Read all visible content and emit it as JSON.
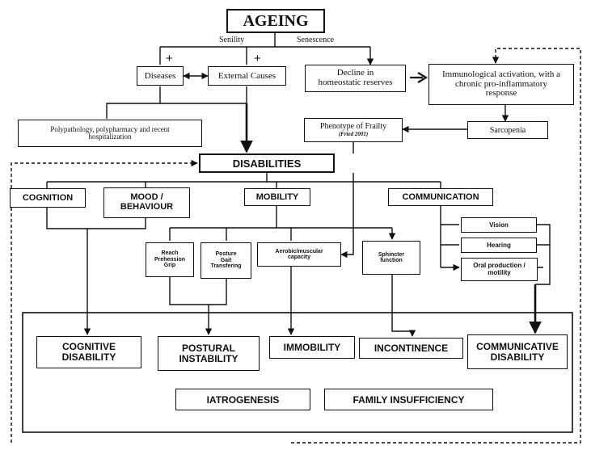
{
  "title": "AGEING",
  "edge_labels": {
    "senility": "Senility",
    "senescence": "Senescence"
  },
  "plus_sign": "+",
  "nodes": {
    "diseases": "Diseases",
    "external_causes": "External Causes",
    "decline": [
      "Decline in",
      "homeostatic reserves"
    ],
    "immunological": [
      "Immunological activation, with a",
      "chronic pro-inflammatory",
      "response"
    ],
    "polypathology": [
      "Polypathology, polypharmacy and recent",
      "hospitalization"
    ],
    "phenotype": {
      "title": "Phenotype of Frailty",
      "citation": "(Fried 2001)"
    },
    "sarcopenia": "Sarcopenia",
    "disabilities": "DISABILITIES",
    "cognition": "COGNITION",
    "mood_behaviour": [
      "MOOD /",
      "BEHAVIOUR"
    ],
    "mobility": "MOBILITY",
    "communication": "COMMUNICATION",
    "reach": [
      "Reach",
      "Prehension",
      "Grip"
    ],
    "posture": [
      "Posture",
      "Gait",
      "Transfering"
    ],
    "aerobic": [
      "Aerobic/muscular",
      "capacity"
    ],
    "sphincter": [
      "Sphincter",
      "function"
    ],
    "vision": "Vision",
    "hearing": "Hearing",
    "oral": [
      "Oral production /",
      "motility"
    ]
  },
  "outcomes": {
    "cognitive_disability": [
      "COGNITIVE",
      "DISABILITY"
    ],
    "postural_instability": [
      "POSTURAL",
      "INSTABILITY"
    ],
    "immobility": "IMMOBILITY",
    "incontinence": "INCONTINENCE",
    "communicative_disability": [
      "COMMUNICATIVE",
      "DISABILITY"
    ],
    "iatrogenesis": "IATROGENESIS",
    "family_insufficiency": "FAMILY INSUFFICIENCY"
  }
}
